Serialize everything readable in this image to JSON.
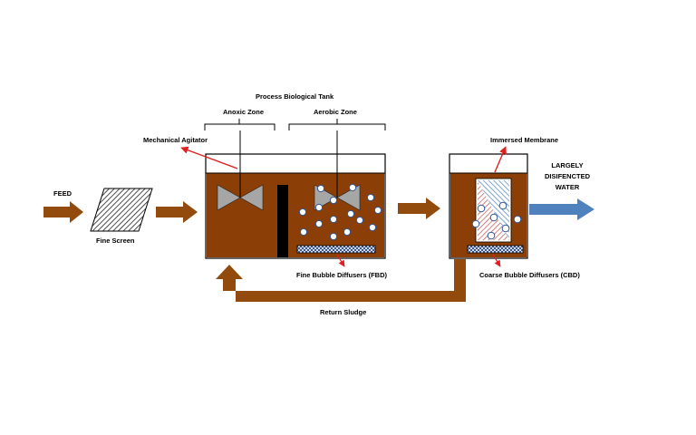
{
  "labels": {
    "tank_title": "Process Biological Tank",
    "anoxic_zone": "Anoxic Zone",
    "aerobic_zone": "Aerobic Zone",
    "mechanical_agitator": "Mechanical  Agitator",
    "immersed_membrane": "Immersed Membrane",
    "output_line1": "LARGELY",
    "output_line2": "DISIFENCTED",
    "output_line3": "WATER",
    "feed": "FEED",
    "fine_screen": "Fine Screen",
    "fbd": "Fine Bubble Diffusers (FBD)",
    "cbd": "Coarse Bubble Diffusers (CBD)",
    "return_sludge": "Return Sludge"
  },
  "colors": {
    "sludge": "#8B3F06",
    "arrow_brown": "#924B0C",
    "output_arrow": "#4F81BD",
    "agitator": "#A6A6A6",
    "callout_red": "#E02020",
    "bubble_stroke": "#2E5597",
    "membrane_red": "#C0504D",
    "membrane_blue": "#4F81BD",
    "diffuser_blue": "#1F3F7F"
  }
}
